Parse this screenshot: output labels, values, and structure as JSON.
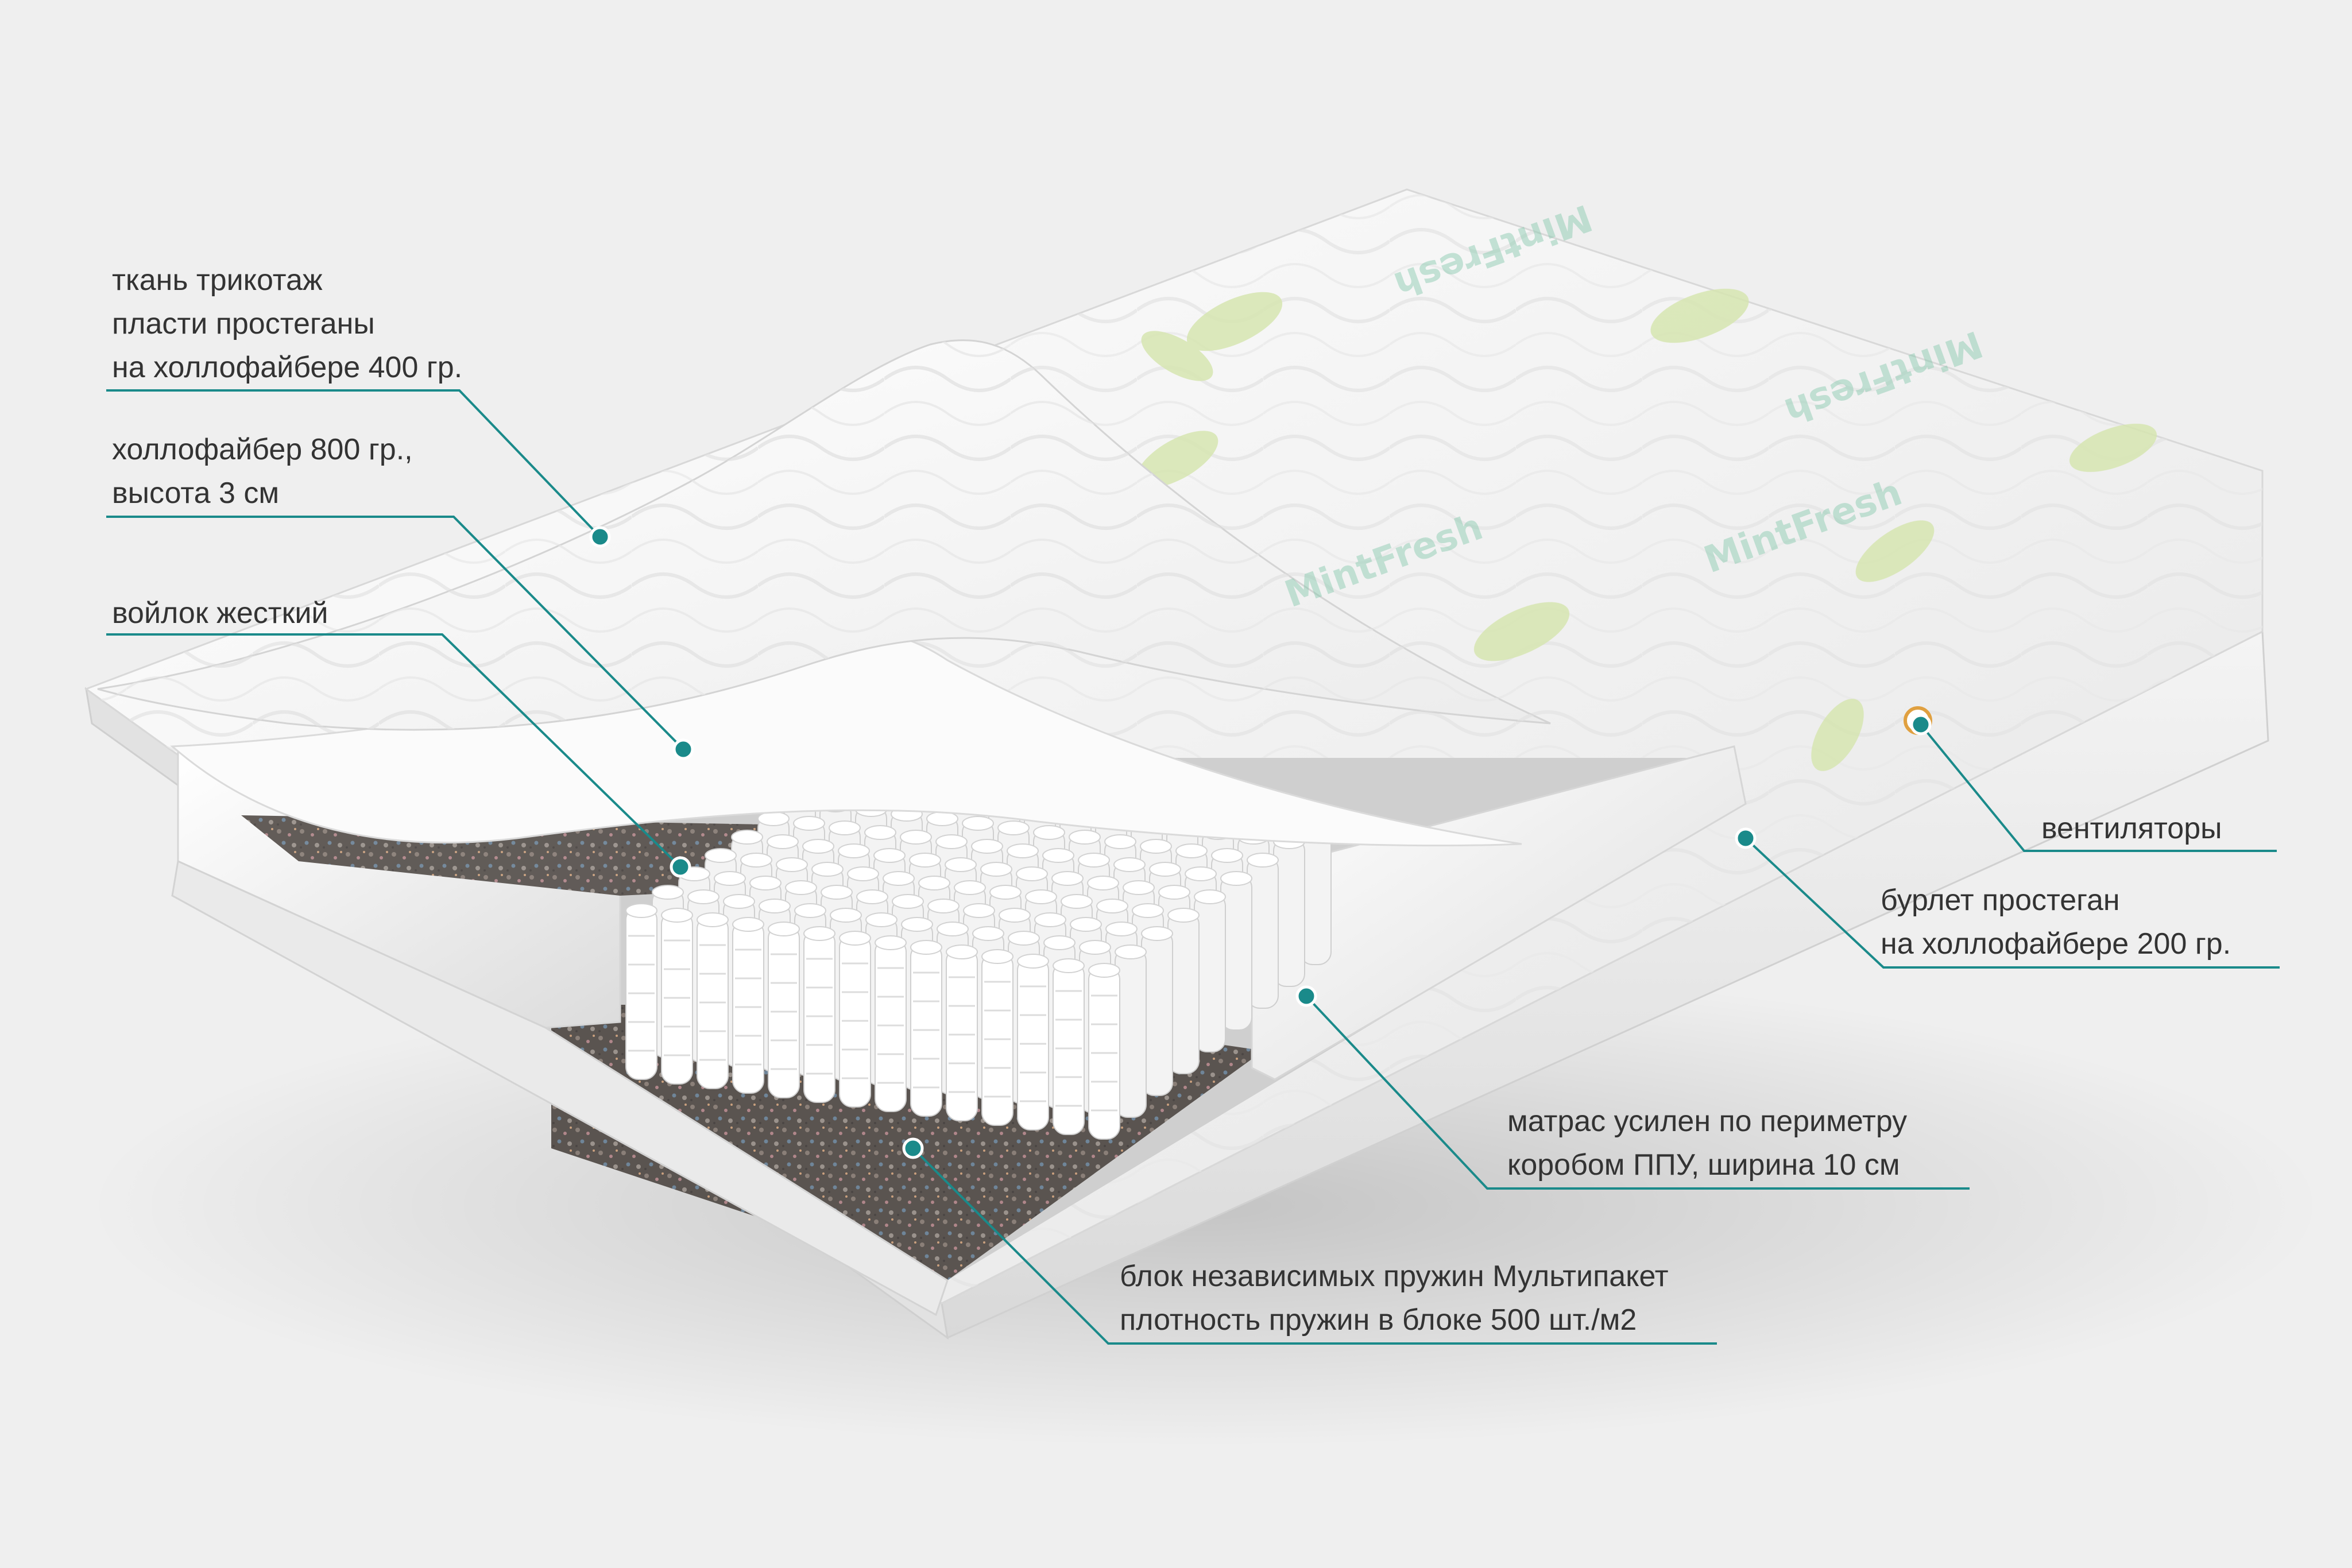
{
  "brand": {
    "watermark": "MintFresh"
  },
  "colors": {
    "background": "#efefef",
    "callout_line": "#1a8a8a",
    "label_text": "#333333",
    "fabric": "#f7f7f7",
    "felt": "#5a5450",
    "leaf_accent": "#d6e5b0"
  },
  "labels": {
    "cover": {
      "line1": "ткань трикотаж",
      "line2": "пласти простеганы",
      "line3": "на холлофайбере 400 гр."
    },
    "hollofiber": {
      "line1": "холлофайбер 800 гр.,",
      "line2": "высота 3 см"
    },
    "felt": {
      "line1": "войлок жесткий"
    },
    "ventilators": {
      "line1": "вентиляторы"
    },
    "burlet": {
      "line1": "бурлет простеган",
      "line2": "на холлофайбере 200 гр."
    },
    "perimeter": {
      "line1": "матрас усилен по периметру",
      "line2": "коробом ППУ, ширина 10 см"
    },
    "springs": {
      "line1": "блок независимых пружин Мультипакет",
      "line2": "плотность пружин в блоке 500 шт./м2"
    }
  }
}
